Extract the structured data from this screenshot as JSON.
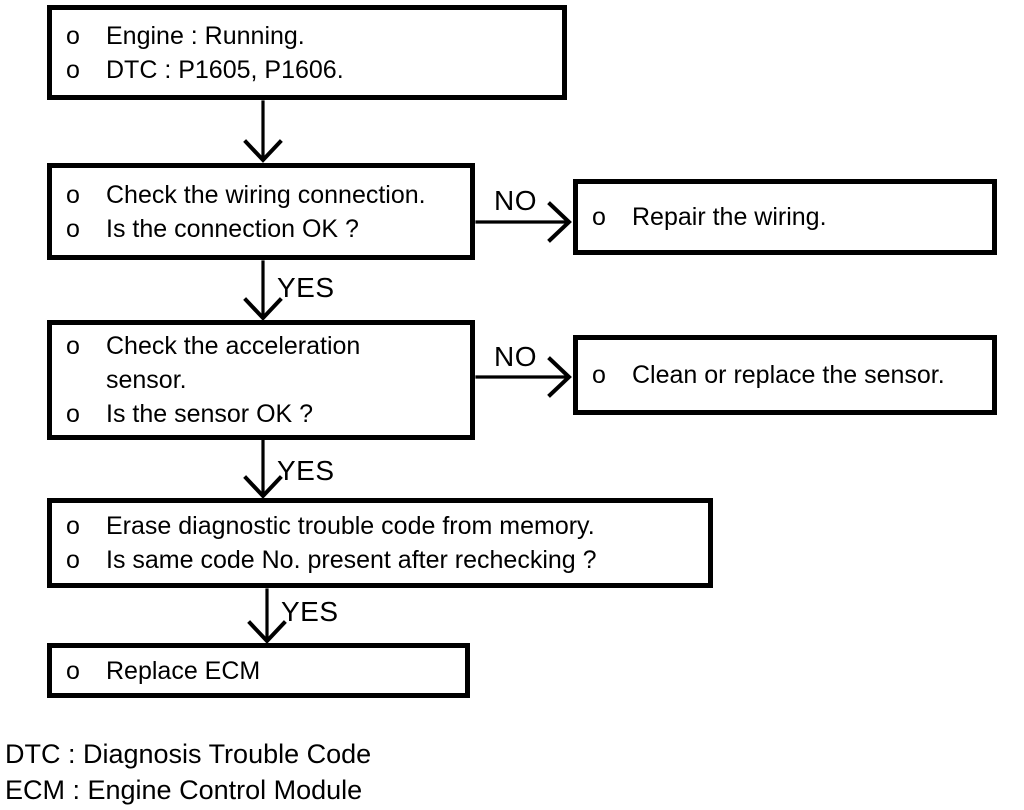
{
  "flowchart": {
    "bullet": "o",
    "steps": {
      "start": {
        "lines": [
          "Engine : Running.",
          "DTC : P1605, P1606."
        ]
      },
      "check_wiring": {
        "lines": [
          "Check the wiring connection.",
          "Is the connection OK ?"
        ]
      },
      "repair_wiring": {
        "lines": [
          "Repair the wiring."
        ]
      },
      "check_sensor": {
        "lines": [
          "Check the acceleration sensor.",
          "Is the sensor OK ?"
        ]
      },
      "clean_sensor": {
        "lines": [
          "Clean or replace the sensor."
        ]
      },
      "erase_code": {
        "lines": [
          "Erase diagnostic trouble code from memory.",
          "Is same code No. present after rechecking ?"
        ]
      },
      "replace_ecm": {
        "lines": [
          "Replace ECM"
        ]
      }
    },
    "connectors": [
      {
        "id": "start-to-check-wiring",
        "label": ""
      },
      {
        "id": "check-wiring-no",
        "label": "NO"
      },
      {
        "id": "check-wiring-yes",
        "label": "YES"
      },
      {
        "id": "check-sensor-no",
        "label": "NO"
      },
      {
        "id": "check-sensor-yes",
        "label": "YES"
      },
      {
        "id": "erase-code-yes",
        "label": "YES"
      }
    ],
    "legend": [
      "DTC : Diagnosis Trouble Code",
      "ECM : Engine Control Module"
    ],
    "colors": {
      "ink": "#000000",
      "paper": "#ffffff"
    }
  }
}
